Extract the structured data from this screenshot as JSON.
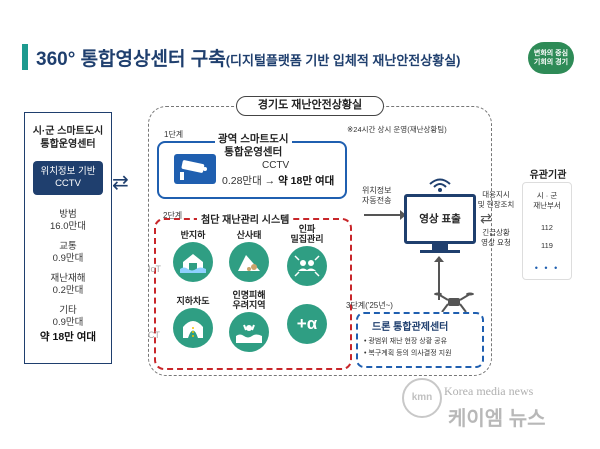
{
  "header": {
    "title": "360° 통합영상센터 구축",
    "subtitle": "(디지털플랫폼 기반 입체적 재난안전상황실)",
    "badge_line1": "변화의 중심",
    "badge_line2": "기회의 경기"
  },
  "left_panel": {
    "heading_line1": "시·군 스마트도시",
    "heading_line2": "통합운영센터",
    "box_line1": "위치정보 기반",
    "box_line2": "CCTV",
    "items": [
      {
        "label": "방범",
        "value": "16.0만대"
      },
      {
        "label": "교통",
        "value": "0.9만대"
      },
      {
        "label": "재난재해",
        "value": "0.2만대"
      },
      {
        "label": "기타",
        "value": "0.9만대"
      }
    ],
    "total": "약 18만 여대"
  },
  "center": {
    "title": "경기도 재난안전상황실",
    "note": "※24시간 상시 운영(재난상황팀)",
    "step1": {
      "label": "1단계",
      "title_line1": "광역 스마트도시",
      "title_line2": "통합운영센터",
      "cctv": "CCTV",
      "from": "0.28만대 →",
      "to": "약 18만 여대"
    },
    "step2": {
      "label": "2단계",
      "title": "첨단 재난관리 시스템",
      "items": [
        {
          "label": "반지하",
          "icon": "flooded-house-icon"
        },
        {
          "label": "산사태",
          "icon": "landslide-icon"
        },
        {
          "label": "인파\n밀집관리",
          "icon": "crowd-icon"
        },
        {
          "label": "지하차도",
          "icon": "underpass-icon"
        },
        {
          "label": "인명피해\n우려지역",
          "icon": "drowning-person-icon"
        },
        {
          "label": "",
          "value": "+α",
          "icon": "plus-alpha-icon"
        }
      ],
      "iot": "IoT",
      "ct": "CT"
    },
    "transfer_label_line1": "위치정보",
    "transfer_label_line2": "자동전송",
    "monitor": "영상 표출",
    "step3": {
      "label": "3단계('25년~)",
      "title": "드론 통합관제센터",
      "line1": "• 광범위 재난 현장 상황 공유",
      "line2": "• 복구계획 등의 의사결정 지원"
    }
  },
  "exchange": {
    "top_line1": "대응지시",
    "top_line2": "및 현장조치",
    "bottom_line1": "긴급상황",
    "bottom_line2": "영상 요청"
  },
  "right_panel": {
    "title": "유관기관",
    "line1": "시 · 군",
    "line2": "재난부서",
    "line3": "112",
    "line4": "119",
    "dots": "• • •"
  },
  "watermark": {
    "logo": "kmn",
    "en": "Korea media news",
    "kr": "케이엠 뉴스"
  },
  "colors": {
    "navy": "#1f3f6e",
    "teal": "#1d9a8f",
    "green_circle": "#2f9e83",
    "red_dashed": "#c8262a",
    "blue": "#1f5fb0"
  }
}
